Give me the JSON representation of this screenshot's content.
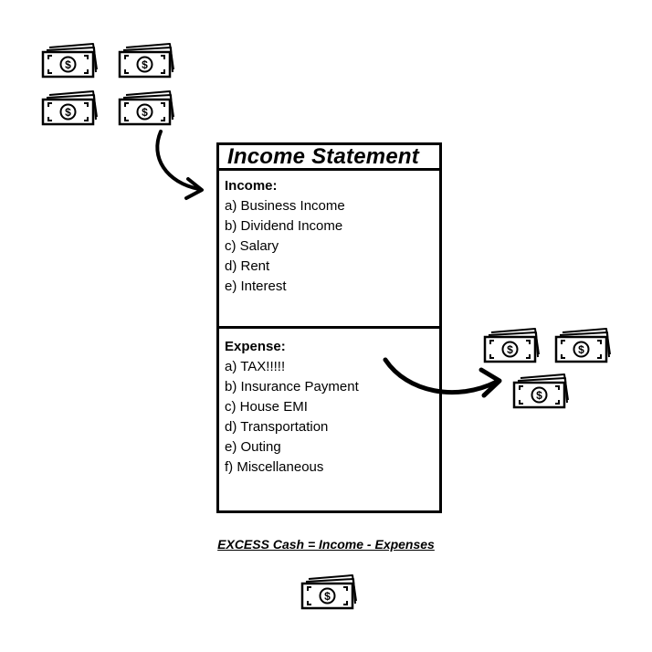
{
  "statement": {
    "title": "Income Statement",
    "income_heading": "Income:",
    "income_items": [
      "a) Business Income",
      "b) Dividend Income",
      "c) Salary",
      "d) Rent",
      "e) Interest"
    ],
    "expense_heading": "Expense:",
    "expense_items": [
      "a) TAX!!!!!",
      "b) Insurance Payment",
      "c) House EMI",
      "d) Transportation",
      "e) Outing",
      "f) Miscellaneous"
    ]
  },
  "formula": "EXCESS Cash = Income - Expenses",
  "icons": {
    "bill": "dollar-bill-icon",
    "income_arrow": "curved-arrow-icon",
    "expense_arrow": "curved-arrow-icon"
  },
  "colors": {
    "ink": "#000000",
    "background": "#ffffff"
  }
}
